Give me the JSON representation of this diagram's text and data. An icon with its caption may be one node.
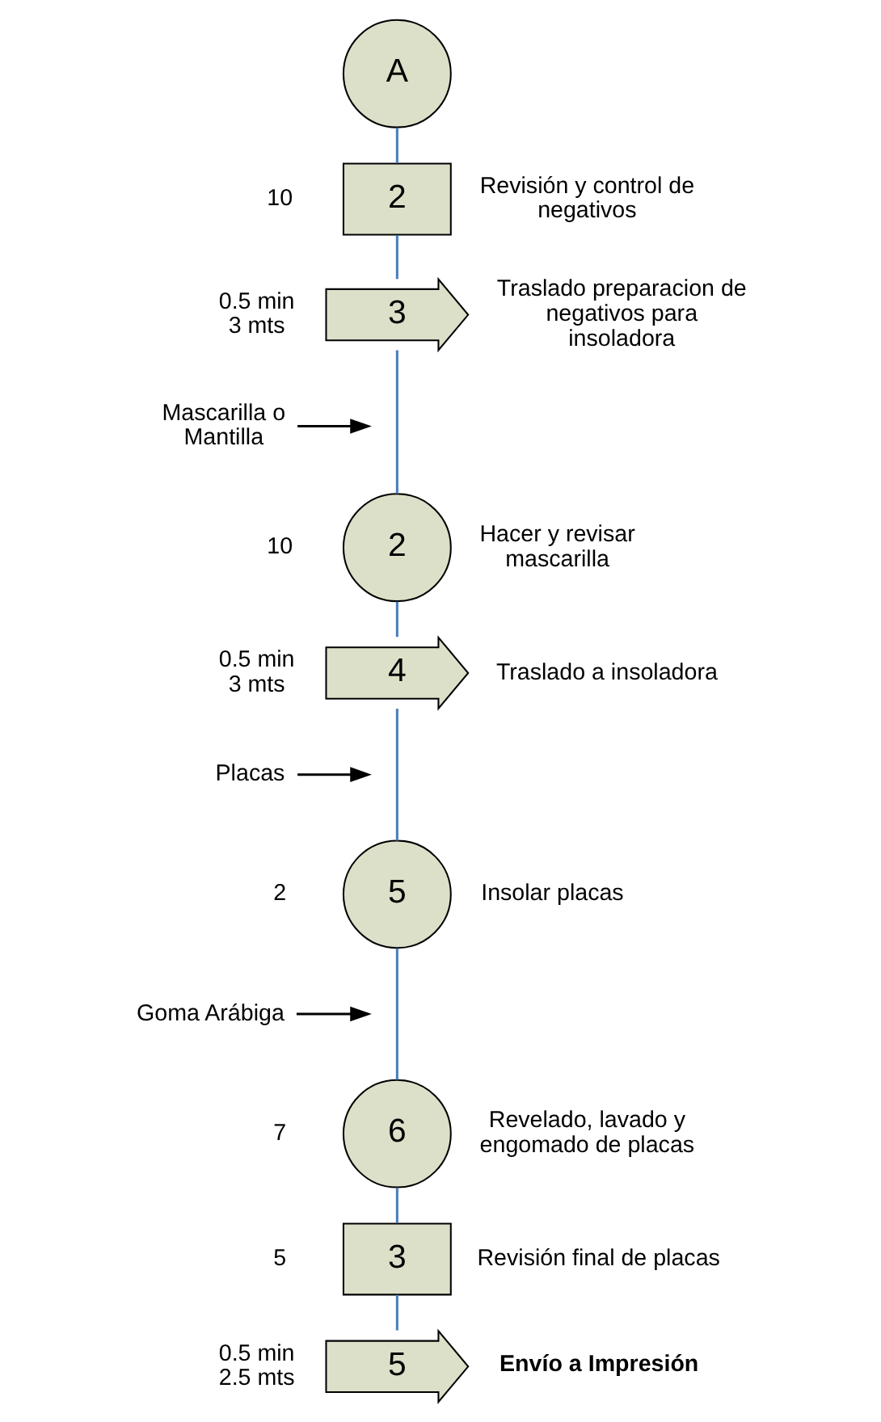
{
  "diagram": {
    "nodes": [
      {
        "text": [
          "A"
        ]
      },
      {
        "text": [
          "2"
        ],
        "beside": [
          "10",
          "Revisión y control de negativos"
        ]
      },
      {
        "text": [
          "3"
        ],
        "beside": [
          "0.5 min 3 mts",
          "Traslado preparacion de negativos para insoladora"
        ]
      },
      {
        "text": [
          "Mascarilla o Mantilla"
        ]
      },
      {
        "text": [
          "2"
        ],
        "beside": [
          "10",
          "Hacer y revisar mascarilla"
        ]
      },
      {
        "text": [
          "4"
        ],
        "beside": [
          "0.5 min 3 mts",
          "Traslado a insoladora"
        ]
      },
      {
        "text": [
          "Placas"
        ]
      },
      {
        "text": [
          "5"
        ],
        "beside": [
          "2",
          "Insolar placas"
        ]
      },
      {
        "text": [
          "Goma Arábiga"
        ]
      },
      {
        "text": [
          "6"
        ],
        "beside": [
          "7",
          "Revelado, lavado y engomado de placas"
        ]
      },
      {
        "text": [
          "3"
        ],
        "beside": [
          "5",
          "Revisión final de placas"
        ]
      },
      {
        "text": [
          "5"
        ],
        "beside": [
          "0.5 min 2.5 mts",
          "Envío a Impresión"
        ]
      }
    ],
    "edges": [
      {
        "from": 0,
        "to": 1,
        "arrow": "none"
      },
      {
        "from": 1,
        "to": 2,
        "arrow": "none"
      },
      {
        "from": 2,
        "to": 4,
        "arrow": "none"
      },
      {
        "from": 3,
        "to": null,
        "arrow": "to",
        "color": "#000000"
      },
      {
        "from": 4,
        "to": 5,
        "arrow": "none"
      },
      {
        "from": 5,
        "to": 7,
        "arrow": "none"
      },
      {
        "from": 6,
        "to": null,
        "arrow": "to",
        "color": "#000000"
      },
      {
        "from": 7,
        "to": 9,
        "arrow": "none"
      },
      {
        "from": 8,
        "to": null,
        "arrow": "to",
        "color": "#000000"
      },
      {
        "from": 9,
        "to": 10,
        "arrow": "none"
      },
      {
        "from": 10,
        "to": 11,
        "arrow": "none"
      }
    ]
  }
}
